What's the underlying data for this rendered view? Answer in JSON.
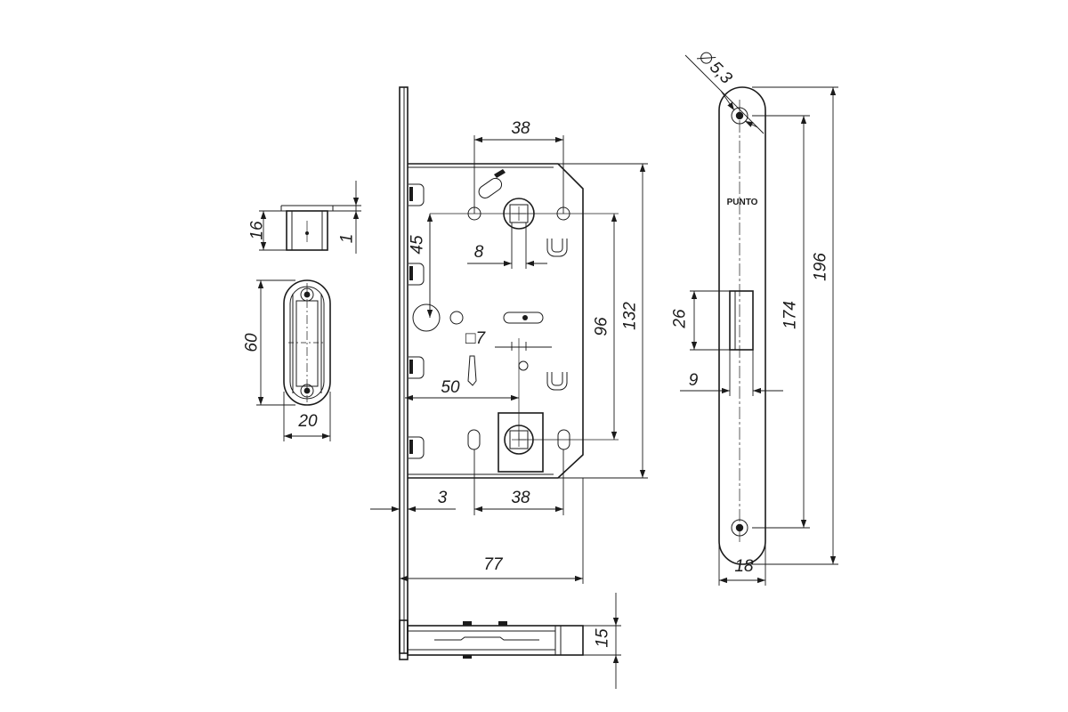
{
  "dimensions": {
    "backset": "50",
    "housing_height": "132",
    "spindle_spacing": "96",
    "handle_to_lever_top": "45",
    "top_width": "38",
    "bottom_width": "38",
    "spindle_square": "8",
    "thumbturn_square": "□7",
    "faceplate_offset": "3",
    "body_width": "77",
    "body_depth": "15",
    "strike_height": "60",
    "strike_width": "20",
    "latch_height": "16",
    "latch_gap": "1",
    "faceplate_length": "196",
    "screw_spacing": "174",
    "faceplate_width": "18",
    "bolt_height": "26",
    "bolt_offset": "9",
    "screw_diameter": "5,3"
  },
  "branding": {
    "faceplate_logo": "PUNTO"
  }
}
